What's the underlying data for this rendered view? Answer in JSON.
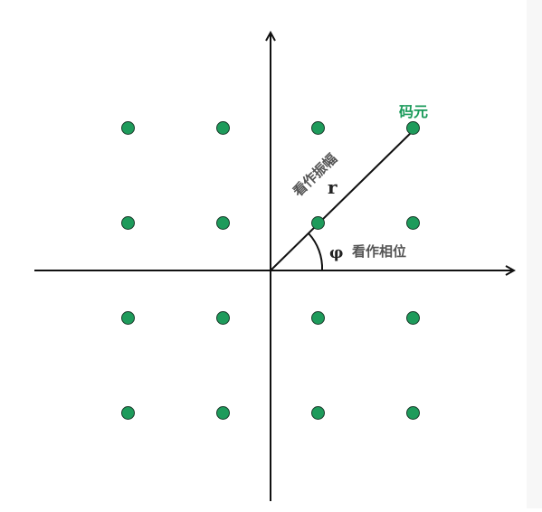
{
  "labels": {
    "symbol": "码元",
    "amplitude": "看作振幅",
    "phase": "看作相位",
    "radius_symbol": "r",
    "angle_symbol": "φ"
  },
  "colors": {
    "point_fill": "#1e9b5b",
    "point_stroke": "#1a3a2a",
    "axis": "#111111",
    "symbol_label": "#1a9a5a",
    "annotation_label": "#555555"
  },
  "constellation": {
    "type": "16-QAM",
    "levels": [
      -3,
      -1,
      1,
      3
    ],
    "points": [
      {
        "i": -3,
        "q": 3
      },
      {
        "i": -1,
        "q": 3
      },
      {
        "i": 1,
        "q": 3
      },
      {
        "i": 3,
        "q": 3
      },
      {
        "i": -3,
        "q": 1
      },
      {
        "i": -1,
        "q": 1
      },
      {
        "i": 1,
        "q": 1
      },
      {
        "i": 3,
        "q": 1
      },
      {
        "i": -3,
        "q": -1
      },
      {
        "i": -1,
        "q": -1
      },
      {
        "i": 1,
        "q": -1
      },
      {
        "i": 3,
        "q": -1
      },
      {
        "i": -3,
        "q": -3
      },
      {
        "i": -1,
        "q": -3
      },
      {
        "i": 1,
        "q": -3
      },
      {
        "i": 3,
        "q": -3
      }
    ],
    "highlighted_point": {
      "i": 3,
      "q": 3
    }
  }
}
